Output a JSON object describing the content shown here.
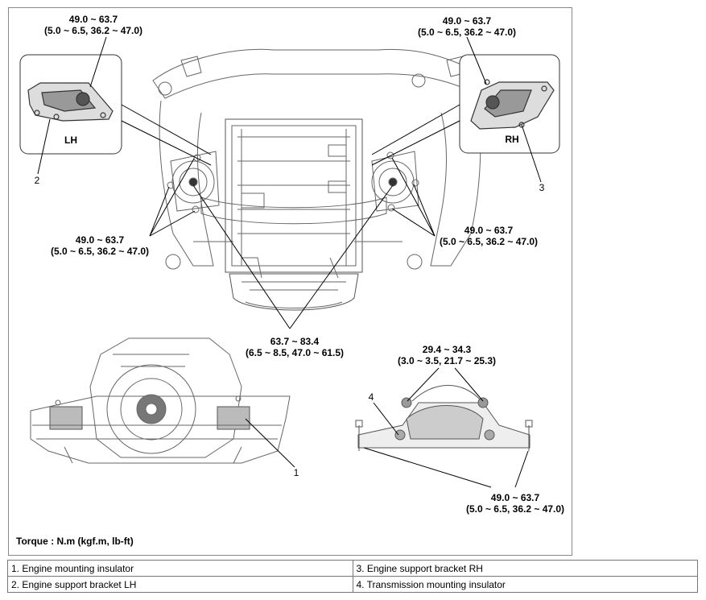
{
  "callouts": {
    "lh_top": {
      "line1": "49.0 ~ 63.7",
      "line2": "(5.0 ~ 6.5, 36.2 ~ 47.0)"
    },
    "rh_top": {
      "line1": "49.0 ~ 63.7",
      "line2": "(5.0 ~ 6.5, 36.2 ~ 47.0)"
    },
    "lh_mid": {
      "line1": "49.0 ~ 63.7",
      "line2": "(5.0 ~ 6.5, 36.2 ~ 47.0)"
    },
    "rh_mid": {
      "line1": "49.0 ~ 63.7",
      "line2": "(5.0 ~ 6.5, 36.2 ~ 47.0)"
    },
    "center": {
      "line1": "63.7 ~ 83.4",
      "line2": "(6.5 ~ 8.5, 47.0 ~ 61.5)"
    },
    "trans_top": {
      "line1": "29.4 ~ 34.3",
      "line2": "(3.0 ~ 3.5, 21.7 ~ 25.3)"
    },
    "trans_bottom": {
      "line1": "49.0 ~ 63.7",
      "line2": "(5.0 ~ 6.5, 36.2 ~ 47.0)"
    }
  },
  "insets": {
    "left_label": "LH",
    "right_label": "RH"
  },
  "numbers": {
    "n1": "1",
    "n2": "2",
    "n3": "3",
    "n4": "4"
  },
  "torque_note": "Torque : N.m (kgf.m, lb-ft)",
  "legend": {
    "item1": "1. Engine mounting insulator",
    "item2": "2. Engine support bracket LH",
    "item3": "3. Engine support bracket RH",
    "item4": "4. Transmission mounting insulator"
  }
}
